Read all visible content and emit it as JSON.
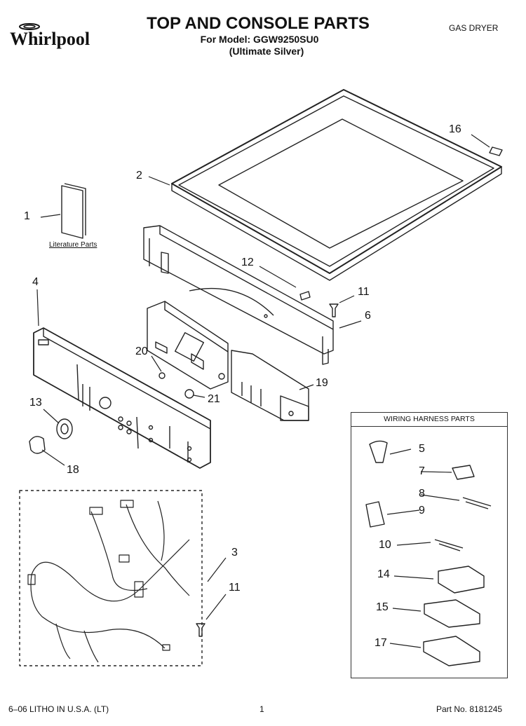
{
  "header": {
    "brand": "Whirlpool",
    "title": "TOP AND CONSOLE PARTS",
    "model_line": "For Model: GGW9250SU0",
    "color_line": "(Ultimate Silver)",
    "category": "GAS DRYER"
  },
  "callouts": {
    "c1": "1",
    "c2": "2",
    "c3": "3",
    "c4": "4",
    "c5": "5",
    "c6": "6",
    "c7": "7",
    "c8": "8",
    "c9": "9",
    "c10": "10",
    "c11a": "11",
    "c11b": "11",
    "c12": "12",
    "c13": "13",
    "c14": "14",
    "c15": "15",
    "c16": "16",
    "c17": "17",
    "c18": "18",
    "c19": "19",
    "c20": "20",
    "c21": "21"
  },
  "literature_label": "Literature Parts",
  "wiring_box_title": "WIRING HARNESS PARTS",
  "footer": {
    "left": "6–06 LITHO IN U.S.A. (LT)",
    "page": "1",
    "part_no": "Part No. 8181245"
  }
}
